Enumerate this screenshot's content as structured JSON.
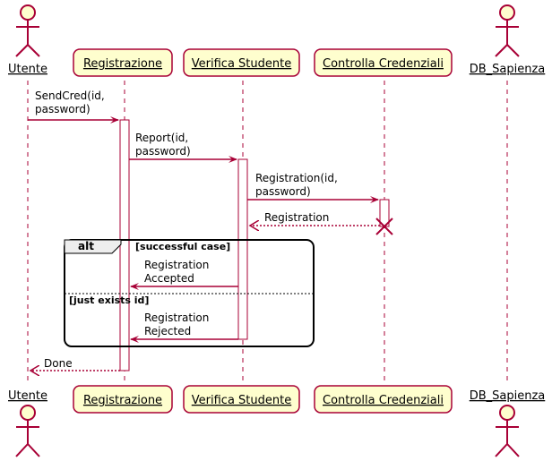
{
  "participants": {
    "utente": "Utente",
    "registrazione": "Registrazione",
    "verifica": "Verifica Studente",
    "controlla": "Controlla Credenziali",
    "db": "DB_Sapienza"
  },
  "messages": {
    "m1": [
      "SendCred(id,",
      "password)"
    ],
    "m2": [
      "Report(id,",
      "password)"
    ],
    "m3": [
      "Registration(id,",
      "password)"
    ],
    "m4": "Registration",
    "m5": [
      "Registration",
      "Accepted"
    ],
    "m6": [
      "Registration",
      "Rejected"
    ],
    "m7": "Done"
  },
  "alt_frame": {
    "keyword": "alt",
    "guard1": "[successful case]",
    "guard2": "[just exists id]"
  },
  "colors": {
    "arrow": "#A80036",
    "box_fill": "#FEFECE",
    "lifeline": "#A80036"
  }
}
